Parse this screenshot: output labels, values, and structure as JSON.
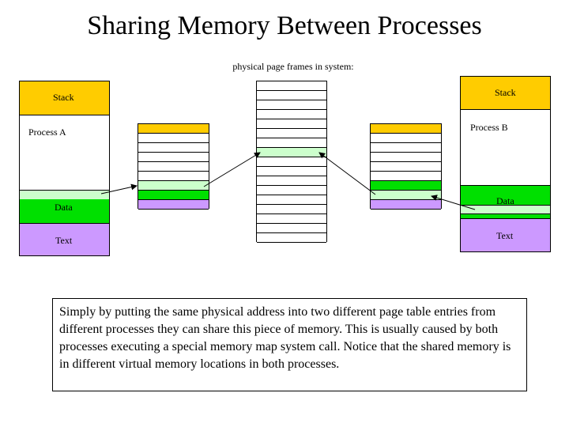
{
  "title": "Sharing Memory Between Processes",
  "subtitle": "physical page frames in system:",
  "process_a": {
    "stack_label": "Stack",
    "name_label": "Process A",
    "data_label": "Data",
    "text_label": "Text"
  },
  "process_b": {
    "stack_label": "Stack",
    "name_label": "Process B",
    "data_label": "Data",
    "text_label": "Text"
  },
  "note": "Simply by putting the same physical address into two different page table entries from different processes they can share this piece of memory. This is usually caused by both processes executing a special memory map system call. Notice that the shared memory is in different virtual memory locations in both processes.",
  "colors": {
    "stack": "#ffcc00",
    "data": "#00e000",
    "shared": "#ccffcc",
    "text": "#cc99ff",
    "empty": "#ffffff"
  }
}
